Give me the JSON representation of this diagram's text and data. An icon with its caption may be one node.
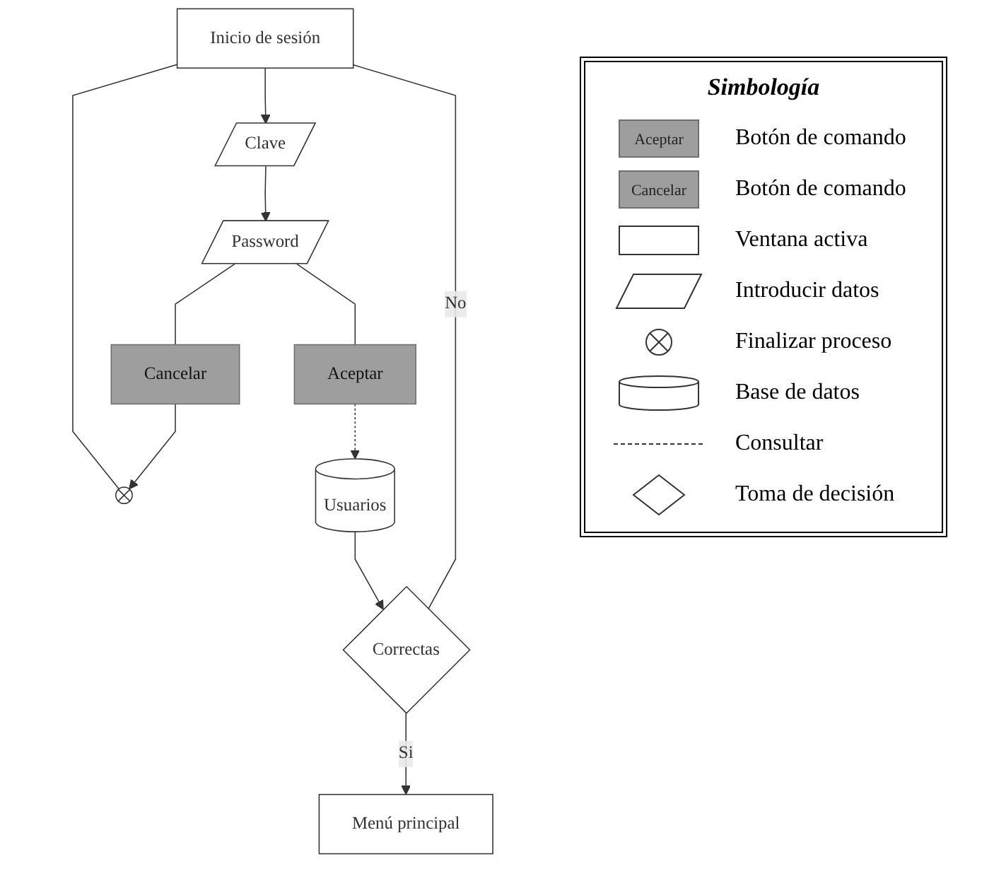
{
  "diagram": {
    "nodes": [
      {
        "text": [
          "Inicio de sesión"
        ]
      },
      {
        "text": [],
        "shape": "circle"
      },
      {
        "text": [
          "Clave"
        ]
      },
      {
        "text": [
          "Password"
        ]
      },
      {
        "text": [
          "Aceptar"
        ]
      },
      {
        "text": [
          "Cancelar"
        ]
      },
      {
        "text": [
          "Usuarios"
        ]
      },
      {
        "text": [
          "Correctas"
        ]
      },
      {
        "text": [
          "Menú principal"
        ]
      }
    ],
    "edges": [
      {
        "from": 0,
        "to": 1,
        "arrow": "none"
      },
      {
        "from": 0,
        "to": 2,
        "arrow": "to"
      },
      {
        "from": 2,
        "to": 3,
        "arrow": "to"
      },
      {
        "from": 3,
        "to": 4,
        "arrow": "none"
      },
      {
        "from": 3,
        "to": 5,
        "arrow": "none"
      },
      {
        "from": 5,
        "to": 1,
        "arrow": "to"
      },
      {
        "from": 4,
        "to": 6,
        "arrow": "to",
        "style": "dashed"
      },
      {
        "from": 6,
        "to": 7,
        "arrow": "to"
      },
      {
        "from": 7,
        "to": 0,
        "arrow": "none",
        "label": "No"
      },
      {
        "from": 7,
        "to": 8,
        "arrow": "to",
        "label": "Si"
      }
    ],
    "labels": [
      "Simbología",
      "Aceptar",
      "Cancelar"
    ],
    "legend": [
      {
        "text": "Botón de comando"
      },
      {
        "text": "Botón de comando"
      },
      {
        "text": "Ventana activa"
      },
      {
        "text": "Introducir datos"
      },
      {
        "text": "Finalizar proceso"
      },
      {
        "text": "Base de datos"
      },
      {
        "text": "Consultar"
      },
      {
        "text": "Toma de decisión"
      }
    ]
  }
}
